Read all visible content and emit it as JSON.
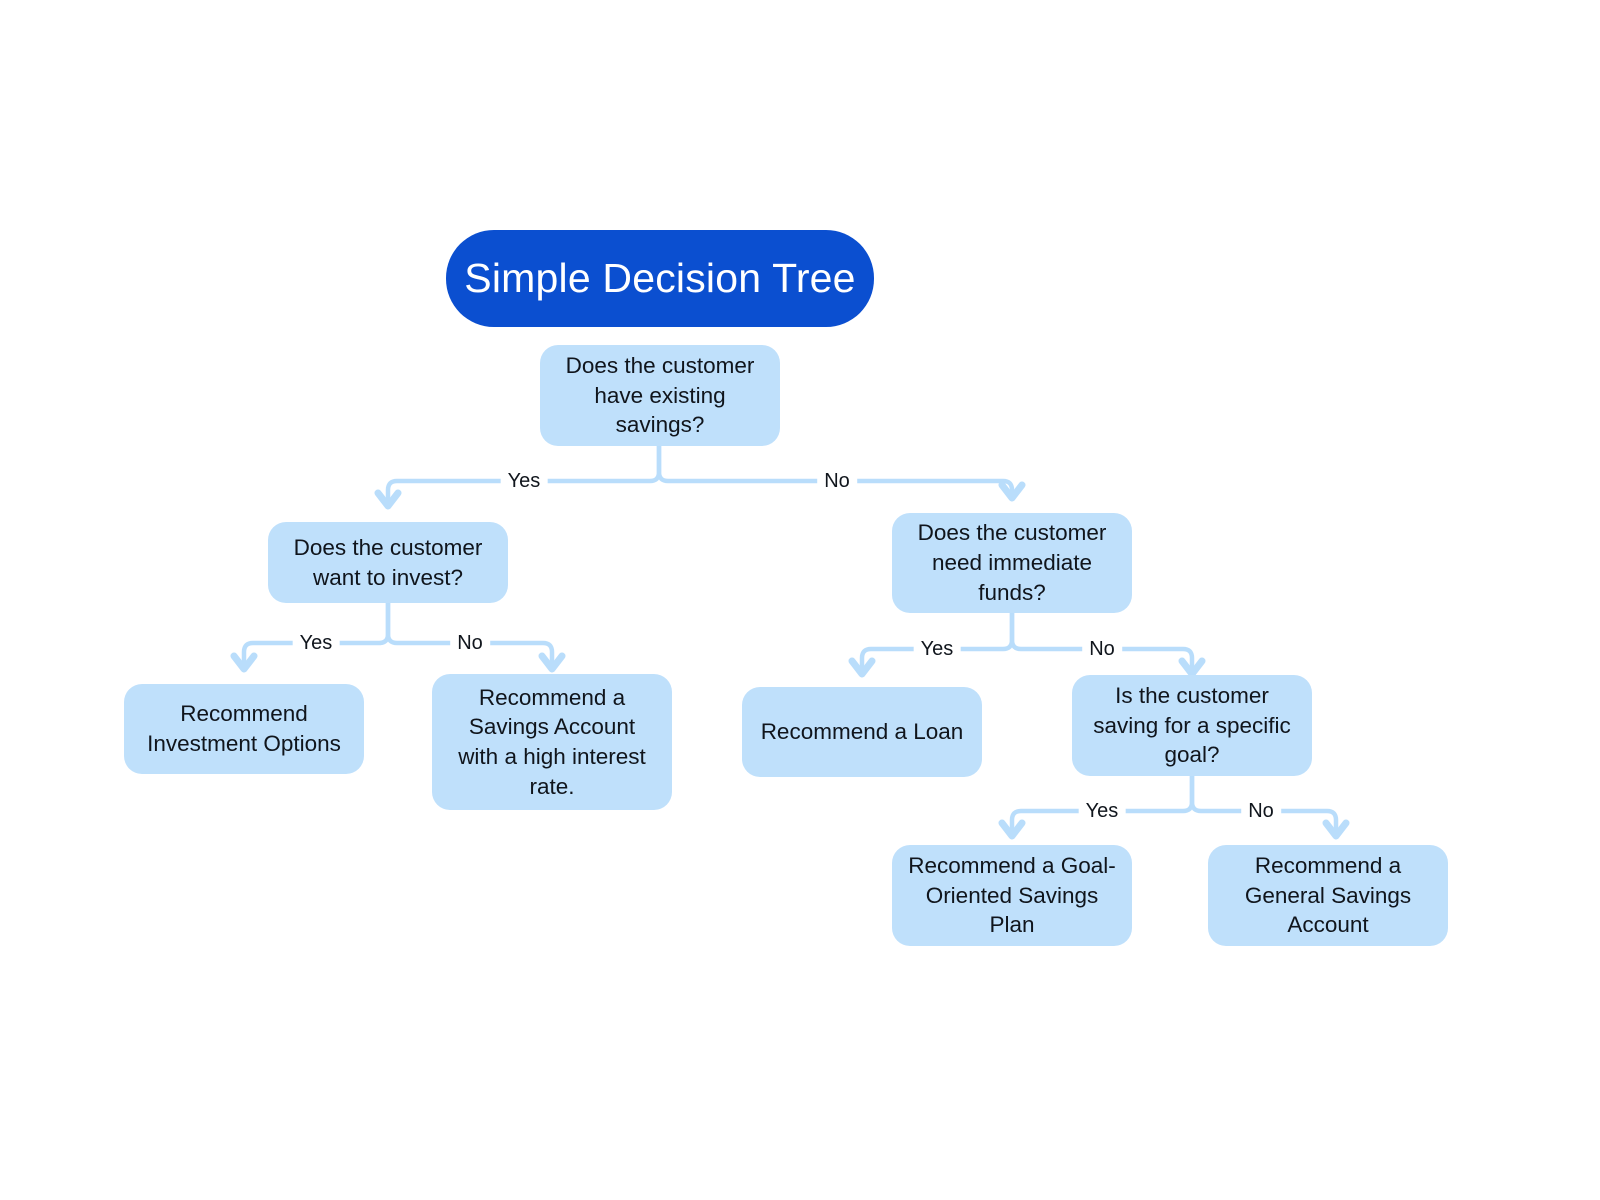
{
  "diagram": {
    "type": "decision-tree",
    "title": "Simple Decision Tree",
    "background_color": "#ffffff",
    "title_color": "#0b4fd0",
    "title_text_color": "#ffffff",
    "node_color": "#bfe0fb",
    "node_text_color": "#10151c",
    "edge_color": "#b9ddfb",
    "edge_label_color": "#11161d"
  },
  "nodes": {
    "root": {
      "text": "Does the customer\nhave existing\nsavings?",
      "kind": "decision"
    },
    "invest": {
      "text": "Does the customer\nwant to invest?",
      "kind": "decision"
    },
    "immediate": {
      "text": "Does the customer\nneed immediate\nfunds?",
      "kind": "decision"
    },
    "investment_options": {
      "text": "Recommend\nInvestment Options",
      "kind": "outcome"
    },
    "savings_high_interest": {
      "text": "Recommend a\nSavings Account\nwith a high interest\nrate.",
      "kind": "outcome"
    },
    "loan": {
      "text": "Recommend a Loan",
      "kind": "outcome"
    },
    "specific_goal": {
      "text": "Is the customer\nsaving for a specific\ngoal?",
      "kind": "decision"
    },
    "goal_oriented_plan": {
      "text": "Recommend a Goal-\nOriented Savings\nPlan",
      "kind": "outcome"
    },
    "general_savings": {
      "text": "Recommend a\nGeneral Savings\nAccount",
      "kind": "outcome"
    }
  },
  "edges": [
    {
      "from": "root",
      "to": "invest",
      "label": "Yes"
    },
    {
      "from": "root",
      "to": "immediate",
      "label": "No"
    },
    {
      "from": "invest",
      "to": "investment_options",
      "label": "Yes"
    },
    {
      "from": "invest",
      "to": "savings_high_interest",
      "label": "No"
    },
    {
      "from": "immediate",
      "to": "loan",
      "label": "Yes"
    },
    {
      "from": "immediate",
      "to": "specific_goal",
      "label": "No"
    },
    {
      "from": "specific_goal",
      "to": "goal_oriented_plan",
      "label": "Yes"
    },
    {
      "from": "specific_goal",
      "to": "general_savings",
      "label": "No"
    }
  ],
  "edge_labels": {
    "root_yes": "Yes",
    "root_no": "No",
    "invest_yes": "Yes",
    "invest_no": "No",
    "immediate_yes": "Yes",
    "immediate_no": "No",
    "goal_yes": "Yes",
    "goal_no": "No"
  }
}
